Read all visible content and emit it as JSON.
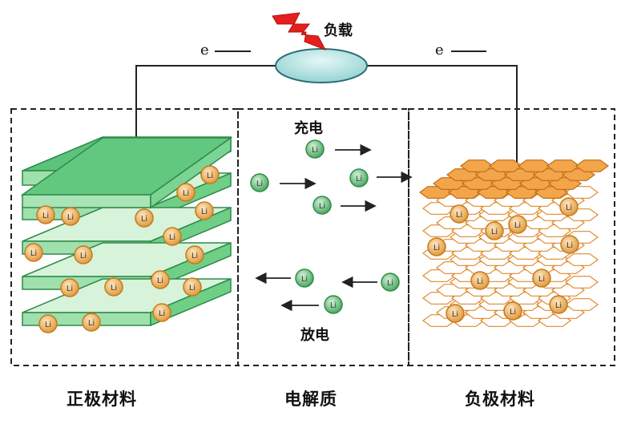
{
  "labels": {
    "load": "负载",
    "electron_left": "e",
    "electron_right": "e",
    "charge": "充电",
    "discharge": "放电",
    "cathode": "正极材料",
    "electrolyte": "电解质",
    "anode": "负极材料"
  },
  "ion_symbol": "Li",
  "colors": {
    "cathode_green": "#4cbf6b",
    "cathode_green_light": "#c9efcf",
    "anode_orange": "#f0a040",
    "ion_green": "#5cb870",
    "ion_orange": "#e8a24a",
    "bolt_red": "#e4201c",
    "load_cyan": "#a6dede"
  },
  "icons": [
    "lightning-bolt-icon",
    "load-ellipse-icon",
    "lithium-ion-icon",
    "arrow-icon"
  ]
}
